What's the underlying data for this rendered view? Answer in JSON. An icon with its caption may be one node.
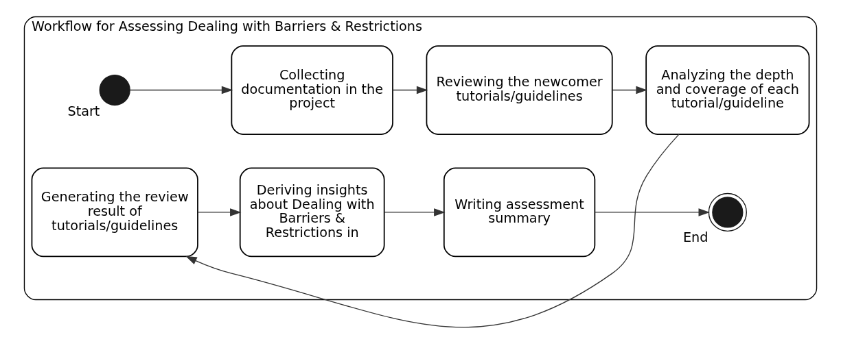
{
  "diagram": {
    "nodes": [
      {
        "text": [
          "Workflow for Assessing Dealing with Barriers & Restrictions"
        ]
      },
      {
        "text": [],
        "shape": "circle",
        "beside": [
          "Start"
        ],
        "in": 0
      },
      {
        "text": [
          "Collecting documentation in the project"
        ],
        "in": 0
      },
      {
        "text": [
          "Reviewing the newcomer tutorials/guidelines"
        ],
        "in": 0
      },
      {
        "text": [
          "Analyzing the depth and coverage of each tutorial/guideline"
        ],
        "in": 0
      },
      {
        "text": [
          "Generating the review result of tutorials/guidelines"
        ],
        "in": 0
      },
      {
        "text": [
          "Deriving insights about Dealing with Barriers & Restrictions in"
        ],
        "in": 0
      },
      {
        "text": [
          "Writing assessment summary"
        ],
        "in": 0
      },
      {
        "text": [],
        "shape": "circle",
        "beside": [
          "End"
        ],
        "in": 0
      }
    ],
    "edges": [
      {
        "from": 1,
        "to": 2,
        "arrow": "to"
      },
      {
        "from": 2,
        "to": 3,
        "arrow": "to"
      },
      {
        "from": 3,
        "to": 4,
        "arrow": "to"
      },
      {
        "from": 4,
        "to": 5,
        "arrow": "to"
      },
      {
        "from": 5,
        "to": 6,
        "arrow": "to"
      },
      {
        "from": 6,
        "to": 7,
        "arrow": "to"
      },
      {
        "from": 7,
        "to": 8,
        "arrow": "to"
      }
    ]
  }
}
